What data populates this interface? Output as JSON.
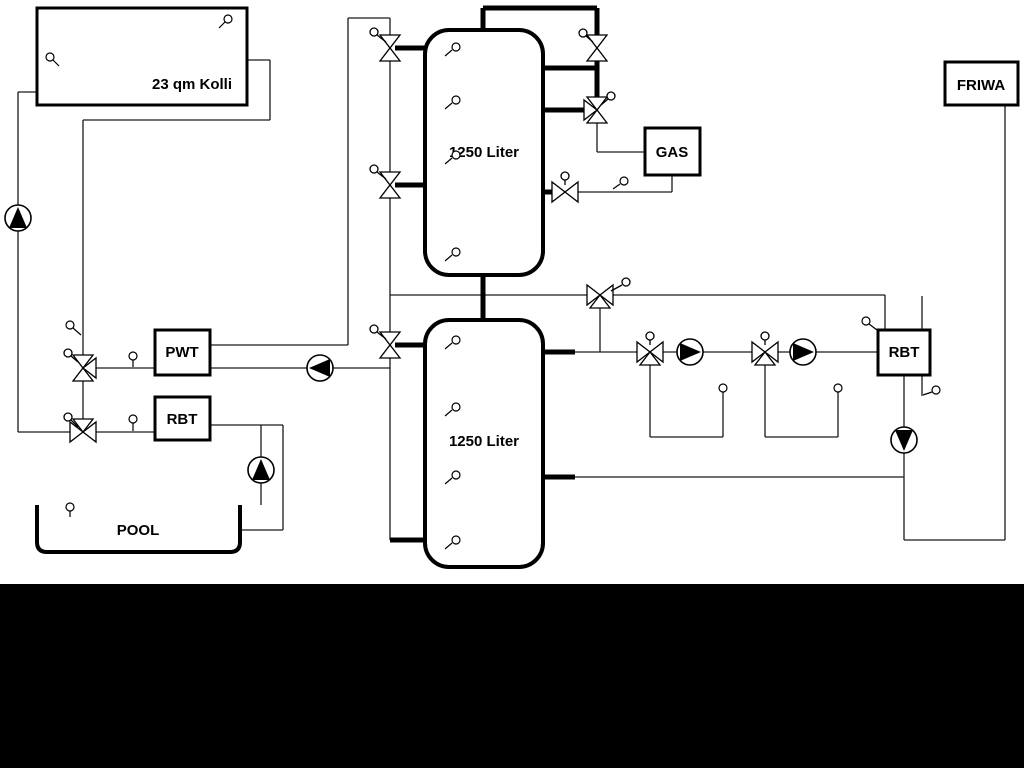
{
  "diagram": {
    "title": "Hydraulic heating / pool schematic",
    "labels": {
      "collector": "23 qm Kolli",
      "tank_top": "1250 Liter",
      "tank_bottom": "1250 Liter",
      "pwt": "PWT",
      "rbt_left": "RBT",
      "rbt_right": "RBT",
      "gas": "GAS",
      "friwa": "FRIWA",
      "pool": "POOL"
    },
    "colors": {
      "line": "#000000",
      "thin_line": "#1a1a1a",
      "background": "#ffffff",
      "bottom_band": "#000000"
    }
  }
}
